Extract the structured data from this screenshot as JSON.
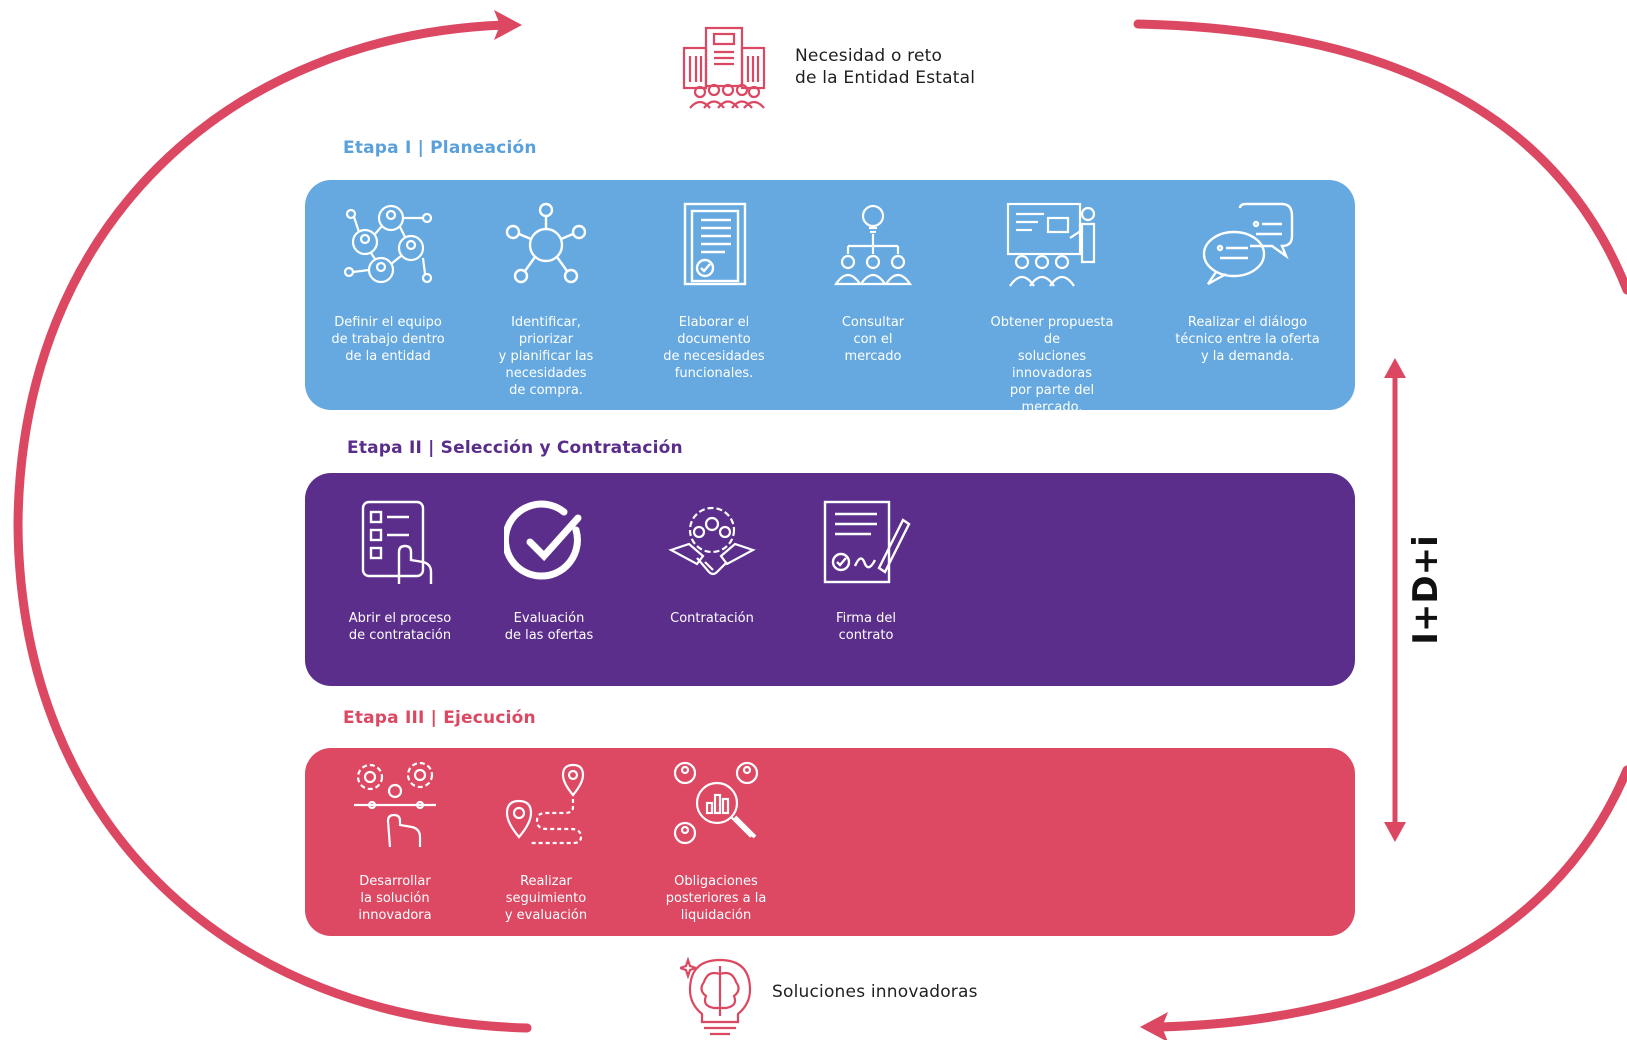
{
  "colors": {
    "loop": "#dc4762",
    "stage1": "#65a9e0",
    "stage2": "#5b2e8b",
    "stage3": "#dd4863"
  },
  "top": {
    "label": "Necesidad o reto\nde la Entidad Estatal",
    "icon": "building-people-icon"
  },
  "bottom": {
    "label": "Soluciones innovadoras",
    "icon": "brain-lightbulb-icon"
  },
  "side_label": "I+D+i",
  "stages": [
    {
      "title": "Etapa I | Planeación",
      "steps": [
        {
          "icon": "team-network-icon",
          "label": "Definir el equipo\nde trabajo dentro\nde la entidad"
        },
        {
          "icon": "hub-network-icon",
          "label": "Identificar,\npriorizar\ny planificar las\nnecesidades\nde compra."
        },
        {
          "icon": "document-check-icon",
          "label": "Elaborar el\ndocumento\nde necesidades\nfuncionales."
        },
        {
          "icon": "idea-group-icon",
          "label": "Consultar\ncon el\nmercado"
        },
        {
          "icon": "presentation-icon",
          "label": "Obtener propuesta de\nsoluciones innovadoras\npor parte del mercado."
        },
        {
          "icon": "chat-bubbles-icon",
          "label": "Realizar el diálogo\ntécnico entre la oferta\ny la demanda."
        }
      ]
    },
    {
      "title": "Etapa II | Selección y Contratación",
      "steps": [
        {
          "icon": "checklist-hand-icon",
          "label": "Abrir el proceso\nde contratación"
        },
        {
          "icon": "check-circle-icon",
          "label": "Evaluación\nde las ofertas"
        },
        {
          "icon": "handshake-icon",
          "label": "Contratación"
        },
        {
          "icon": "contract-pen-icon",
          "label": "Firma del\ncontrato"
        }
      ]
    },
    {
      "title": "Etapa III | Ejecución",
      "steps": [
        {
          "icon": "gear-touch-icon",
          "label": "Desarrollar\nla solución\ninnovadora"
        },
        {
          "icon": "route-pins-icon",
          "label": "Realizar\nseguimiento\ny evaluación"
        },
        {
          "icon": "search-analytics-icon",
          "label": "Obligaciones\nposteriores a la\nliquidación"
        }
      ]
    }
  ]
}
